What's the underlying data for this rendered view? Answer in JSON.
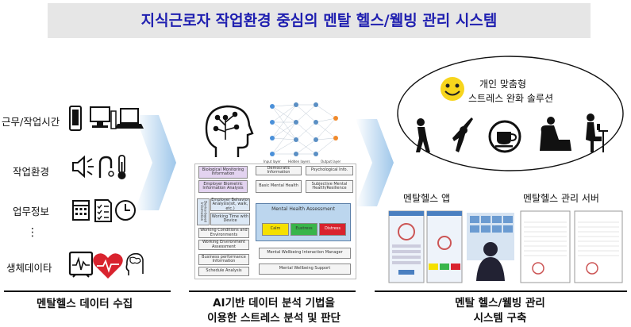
{
  "title": "지식근로자 작업환경 중심의  멘탈 헬스/웰빙 관리 시스템",
  "inputs": {
    "work_hours": "근무/작업시간",
    "work_env": "작업환경",
    "work_info": "업무정보",
    "ellipsis": "⋮",
    "bio_data": "생체데이타"
  },
  "stage1_label": "멘탈헬스 데이터 수집",
  "stage2_label_line1": "AI기반 데이터 분석 기법을",
  "stage2_label_line2": "이용한 스트레스 분석 및 판단",
  "stage3_label_line1": "멘탈 헬스/웰빙 관리",
  "stage3_label_line2": "시스템 구축",
  "cloud_line1": "개인 맞춤형",
  "cloud_line2": "스트레스 완화 솔루션",
  "app_label": "멘탈헬스 앱",
  "server_label": "멘탈헬스 관리 서버",
  "nn": {
    "input_layer": "Input layer",
    "hidden_layers": "Hidden layers",
    "output_layer": "Output layer"
  },
  "flow": {
    "bio_monitoring": "Biological Monitoring Information",
    "employer_bio": "Employer Biometric Information Analysis",
    "democratic": "Democratic Information",
    "basic_mh": "Basic Mental Health",
    "psych": "Psychological Info.",
    "subjective": "Subjective Mental Health/Resilience",
    "device_based": "Device-based Information",
    "behavior": "Employer Behavior Analysis(sit, walk, etc.)",
    "working_time": "Working Time with Device",
    "work_conditions": "Working Conditions and Environments",
    "work_env_assess": "Working Environment Assessment",
    "biz_perf": "Business performance Information",
    "schedule": "Schedule Analysis",
    "mha": "Mental Health Assessment",
    "calm": "Calm",
    "eustress": "Eustress",
    "distress": "Distress",
    "interaction_mgr": "Mental Wellbeing Interaction Manager",
    "support": "Mental Wellbeing Support"
  },
  "colors": {
    "title": "#1f1fb0",
    "arrow": "#9fc7ea",
    "heart": "#d9232e",
    "calm": "#f5e000",
    "eustress": "#39b54a",
    "distress": "#d9232e"
  }
}
